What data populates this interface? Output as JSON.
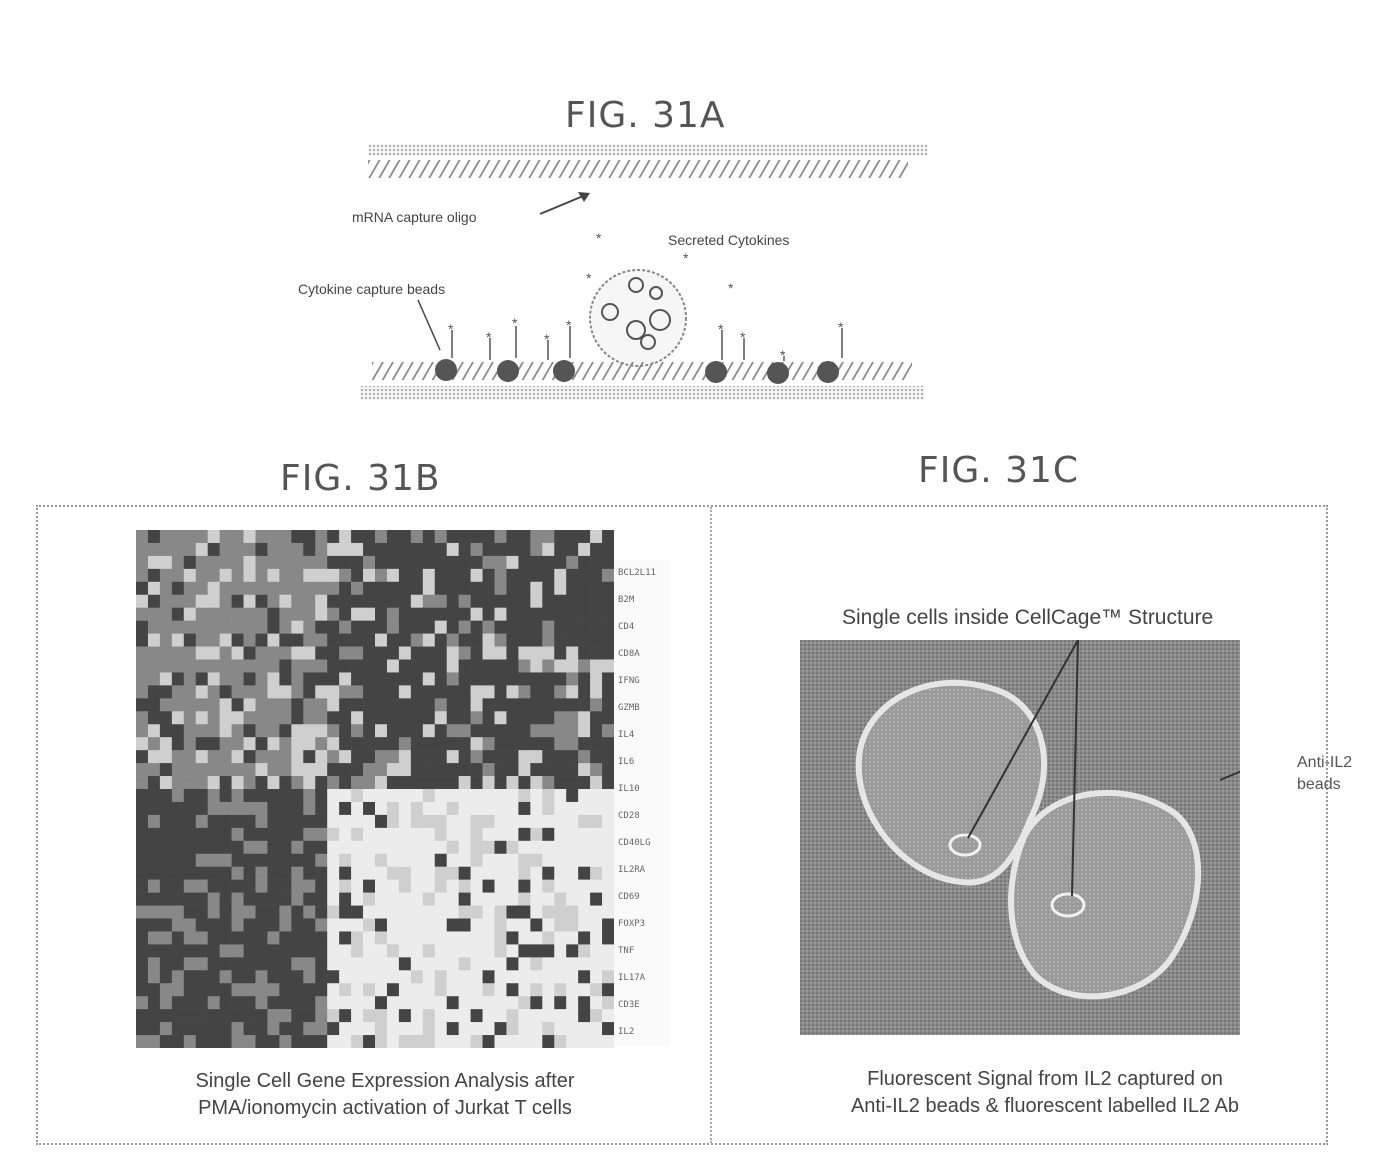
{
  "fig_a": {
    "title": "FIG. 31A",
    "labels": {
      "oligo": "mRNA capture oligo",
      "cytokines": "Secreted Cytokines",
      "beads": "Cytokine capture beads"
    }
  },
  "fig_b": {
    "title": "FIG. 31B",
    "caption_line1": "Single Cell Gene Expression Analysis after",
    "caption_line2": "PMA/ionomycin activation of Jurkat T cells",
    "gene_labels": [
      "BCL2L11",
      "B2M",
      "CD4",
      "CD8A",
      "IFNG",
      "GZMB",
      "IL4",
      "IL6",
      "IL10",
      "CD28",
      "CD40LG",
      "IL2RA",
      "CD69",
      "FOXP3",
      "TNF",
      "IL17A",
      "CD3E",
      "IL2"
    ],
    "colors": {
      "dark": "#444444",
      "mid": "#888888",
      "light": "#cfcfcf",
      "pale": "#ececec"
    }
  },
  "fig_c": {
    "title": "FIG. 31C",
    "label_cells": "Single cells inside CellCage™ Structure",
    "label_beads_line1": "Anti-IL2",
    "label_beads_line2": "beads",
    "caption_line1": "Fluorescent Signal from IL2 captured on",
    "caption_line2": "Anti-IL2 beads & fluorescent labelled IL2 Ab"
  }
}
